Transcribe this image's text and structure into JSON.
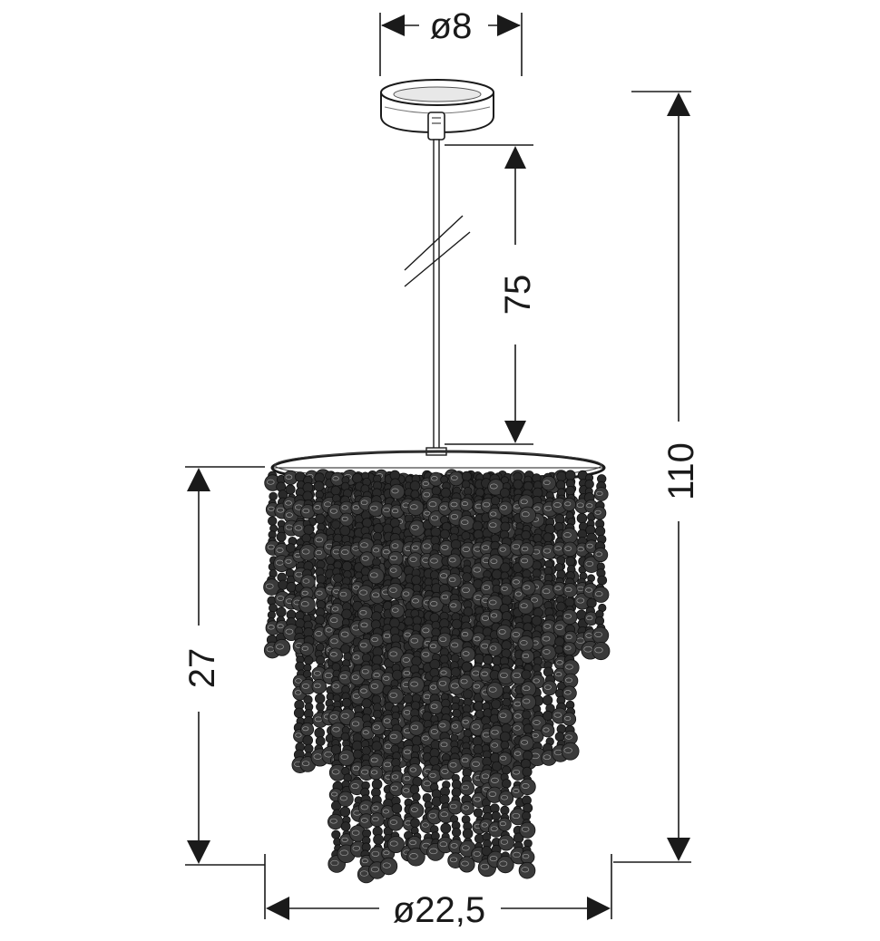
{
  "dimensions": {
    "canopy_diameter": "ø8",
    "cord_length": "75",
    "total_height": "110",
    "shade_height": "27",
    "shade_diameter": "ø22,5"
  }
}
